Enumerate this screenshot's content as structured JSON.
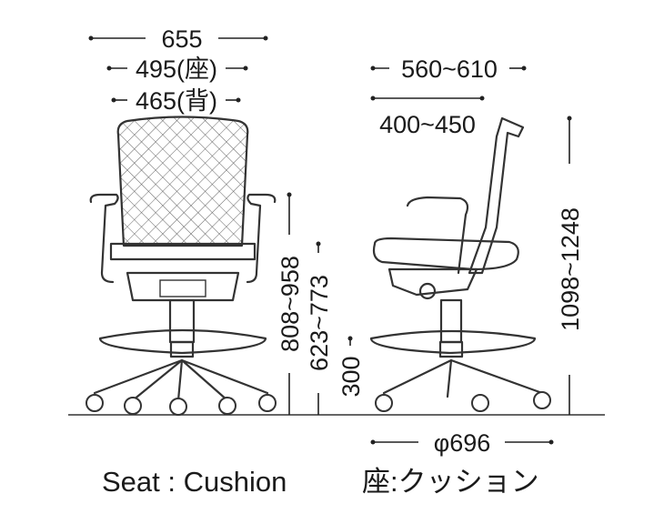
{
  "dimensions": {
    "overall_width": "655",
    "seat_width": "495(座)",
    "back_width": "465(背)",
    "seat_depth_range": "560~610",
    "back_depth_range": "400~450",
    "armrest_height": "808~958",
    "seat_height": "623~773",
    "footring_height": "300",
    "total_height": "1098~1248",
    "base_diameter": "φ696"
  },
  "caption": {
    "english": "Seat : Cushion",
    "japanese": "座:クッション"
  },
  "colors": {
    "line": "#333333",
    "text": "#1a1a1a",
    "background": "#ffffff"
  }
}
